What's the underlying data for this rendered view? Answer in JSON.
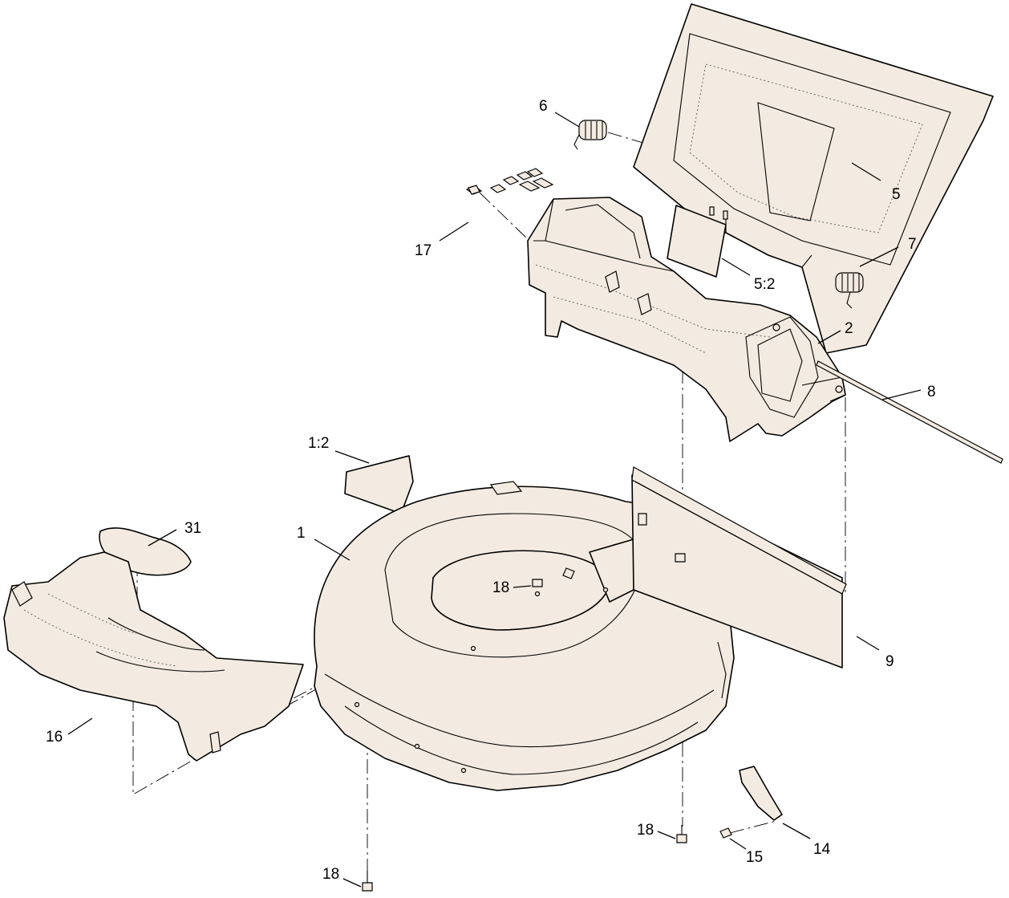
{
  "callouts": {
    "c1": "1",
    "c1_2": "1:2",
    "c2": "2",
    "c5": "5",
    "c5_2": "5:2",
    "c6": "6",
    "c7": "7",
    "c8": "8",
    "c9": "9",
    "c14": "14",
    "c15": "15",
    "c16": "16",
    "c17": "17",
    "c18a": "18",
    "c18b": "18",
    "c18c": "18",
    "c31": "31"
  },
  "colors": {
    "part_fill": "#f3ebe1",
    "line": "#000000"
  }
}
